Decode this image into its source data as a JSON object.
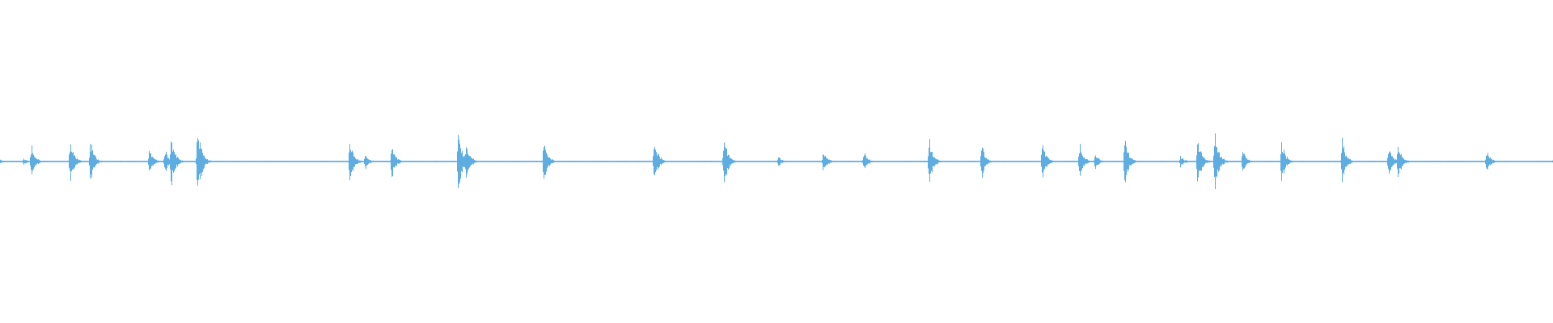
{
  "waveform": {
    "color": "#5DADE2",
    "peaks": [
      {
        "t": 0.0,
        "amp": 0.06
      },
      {
        "t": 0.015,
        "amp": 0.09
      },
      {
        "t": 0.02,
        "amp": 0.45
      },
      {
        "t": 0.045,
        "amp": 0.55
      },
      {
        "t": 0.058,
        "amp": 0.55
      },
      {
        "t": 0.096,
        "amp": 0.3
      },
      {
        "t": 0.106,
        "amp": 0.35
      },
      {
        "t": 0.11,
        "amp": 0.65
      },
      {
        "t": 0.127,
        "amp": 1.0
      },
      {
        "t": 0.225,
        "amp": 0.6
      },
      {
        "t": 0.235,
        "amp": 0.2
      },
      {
        "t": 0.252,
        "amp": 0.45
      },
      {
        "t": 0.295,
        "amp": 0.85
      },
      {
        "t": 0.3,
        "amp": 0.55
      },
      {
        "t": 0.35,
        "amp": 0.55
      },
      {
        "t": 0.421,
        "amp": 0.6
      },
      {
        "t": 0.466,
        "amp": 0.65
      },
      {
        "t": 0.501,
        "amp": 0.12
      },
      {
        "t": 0.53,
        "amp": 0.3
      },
      {
        "t": 0.556,
        "amp": 0.25
      },
      {
        "t": 0.598,
        "amp": 0.6
      },
      {
        "t": 0.632,
        "amp": 0.45
      },
      {
        "t": 0.671,
        "amp": 0.5
      },
      {
        "t": 0.695,
        "amp": 0.45
      },
      {
        "t": 0.705,
        "amp": 0.2
      },
      {
        "t": 0.724,
        "amp": 0.65
      },
      {
        "t": 0.76,
        "amp": 0.15
      },
      {
        "t": 0.771,
        "amp": 0.6
      },
      {
        "t": 0.782,
        "amp": 0.85
      },
      {
        "t": 0.8,
        "amp": 0.3
      },
      {
        "t": 0.825,
        "amp": 0.55
      },
      {
        "t": 0.864,
        "amp": 0.6
      },
      {
        "t": 0.894,
        "amp": 0.4
      },
      {
        "t": 0.9,
        "amp": 0.45
      },
      {
        "t": 0.957,
        "amp": 0.3
      },
      {
        "t": 1.0,
        "amp": 0.05
      }
    ]
  }
}
